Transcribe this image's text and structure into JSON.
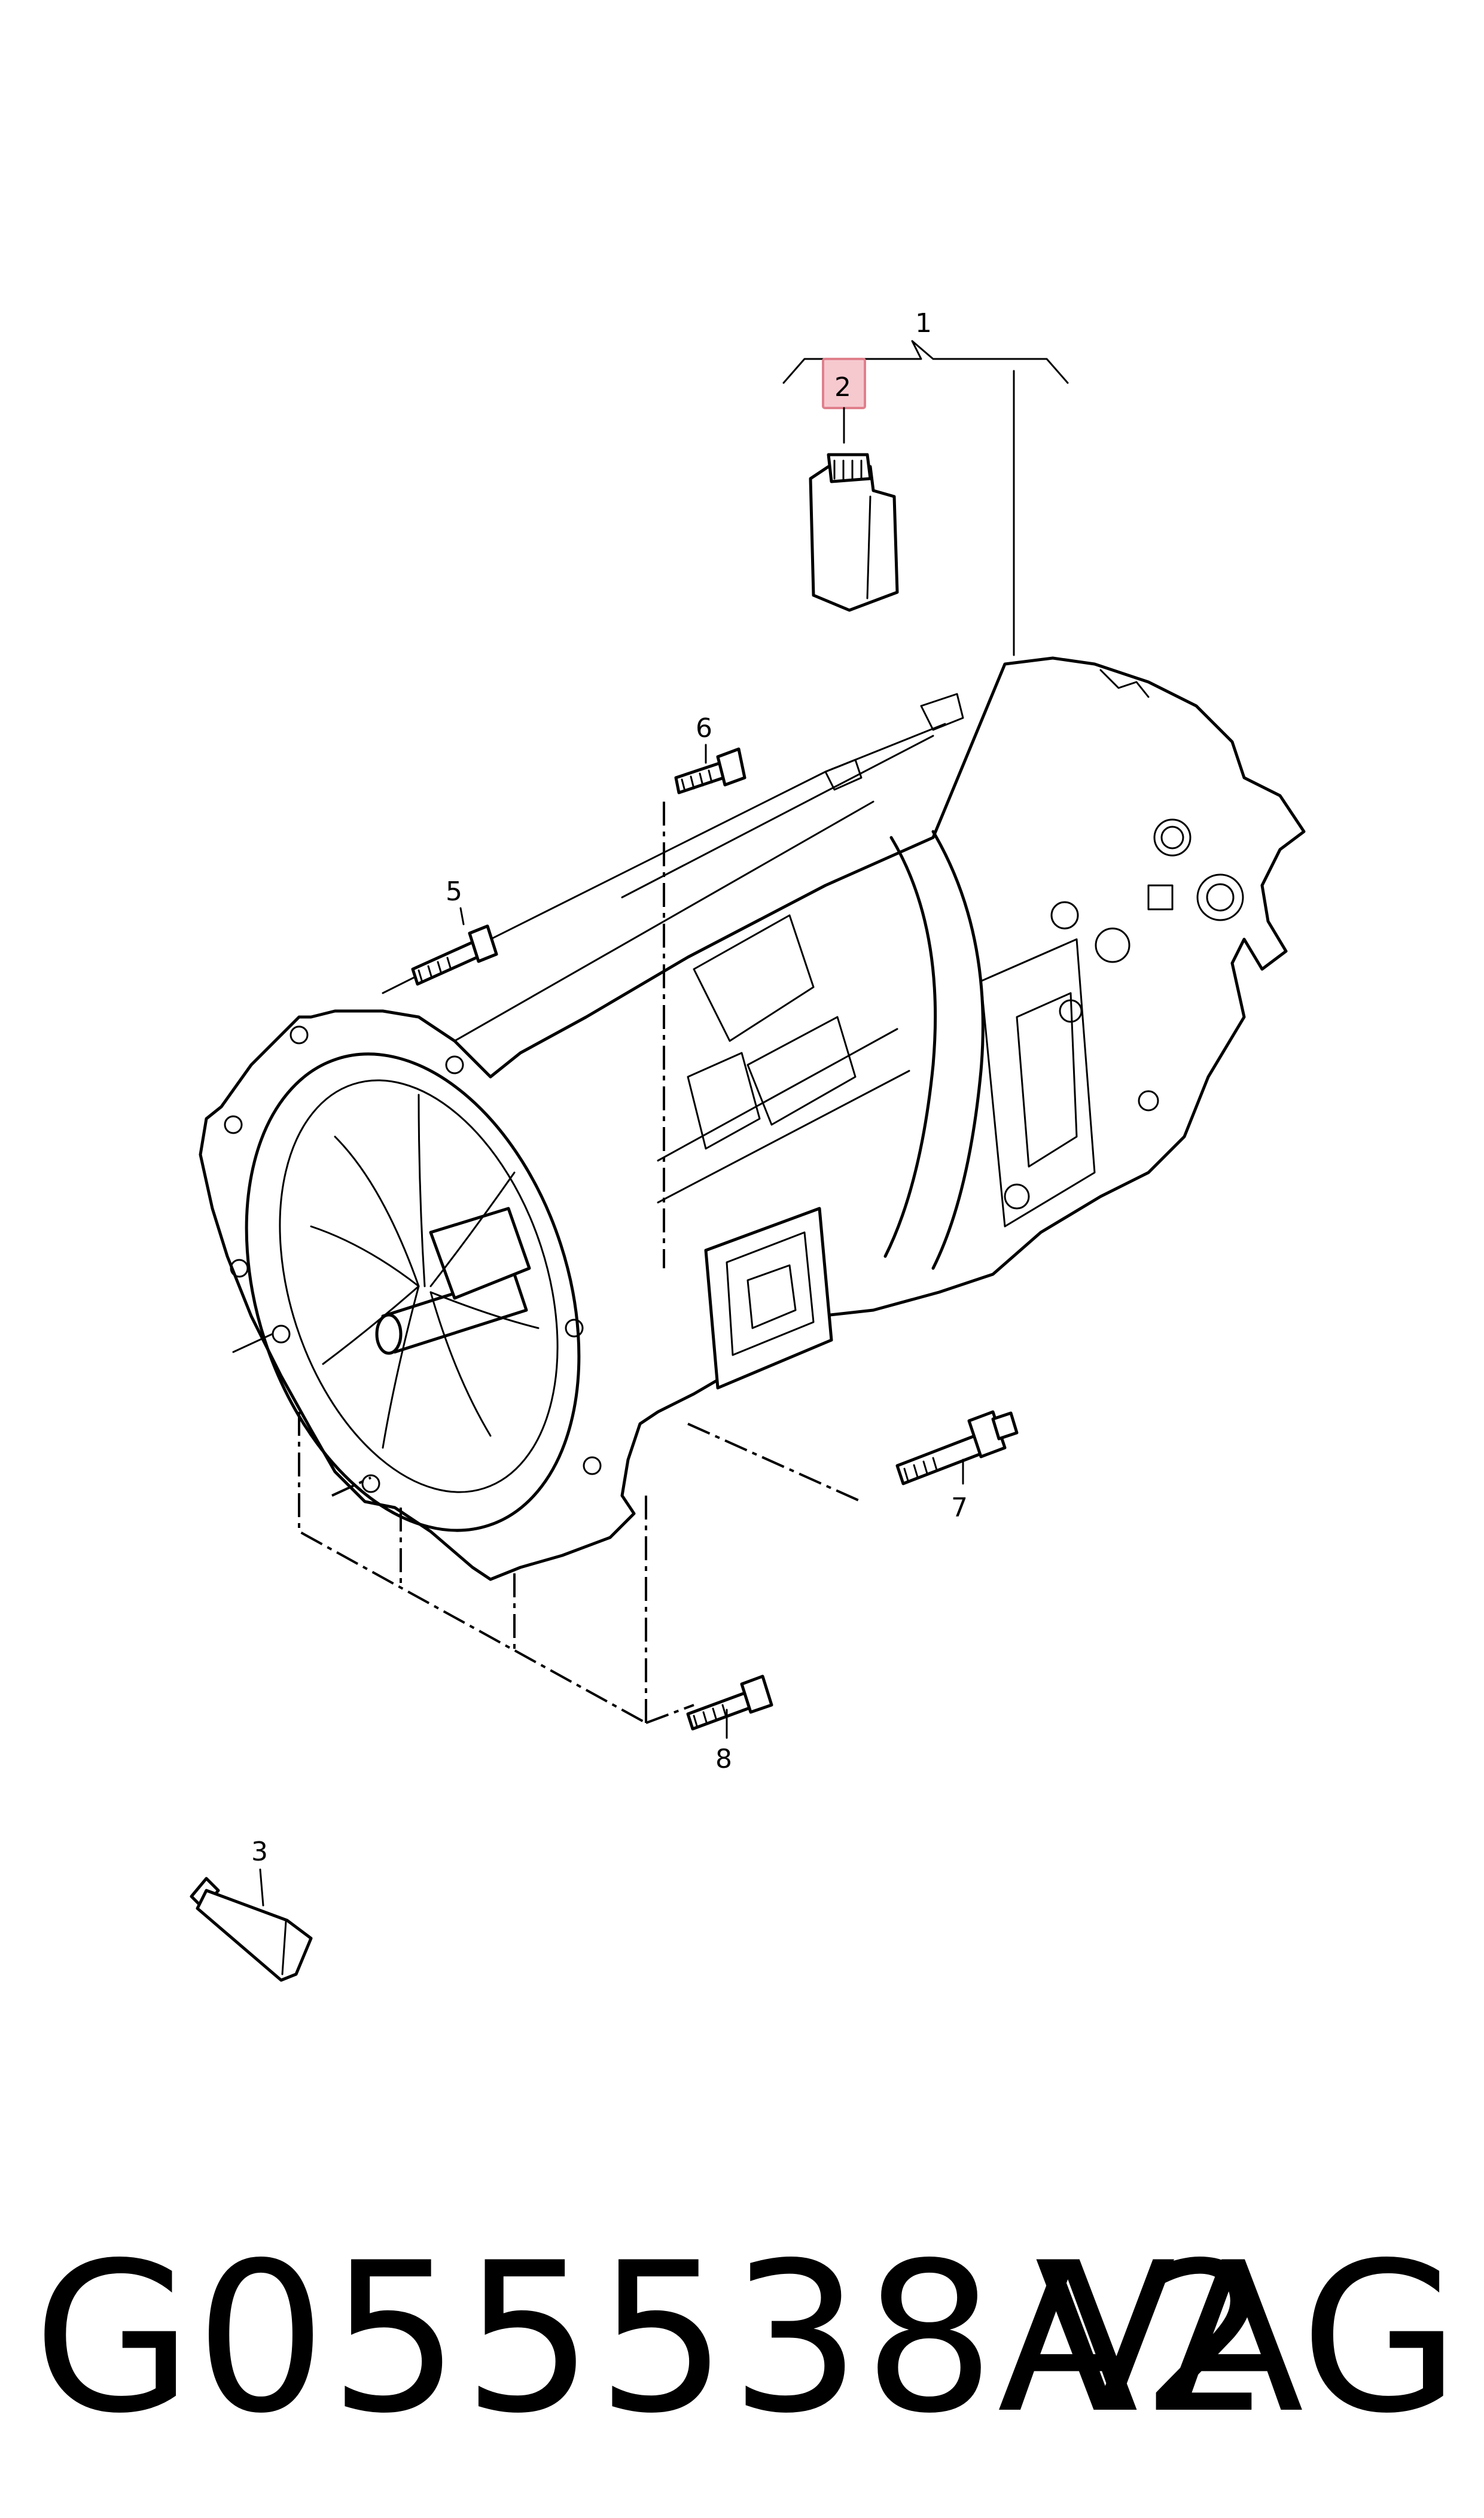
{
  "callouts": {
    "c1": "1",
    "c2": "2",
    "c3": "3",
    "c5": "5",
    "c6": "6",
    "c7": "7",
    "c8": "8"
  },
  "highlight_color": "#f6c9cf",
  "highlight_border": "#e0808c",
  "footer": {
    "part_number": "G055538A2",
    "brand": "VAG"
  }
}
